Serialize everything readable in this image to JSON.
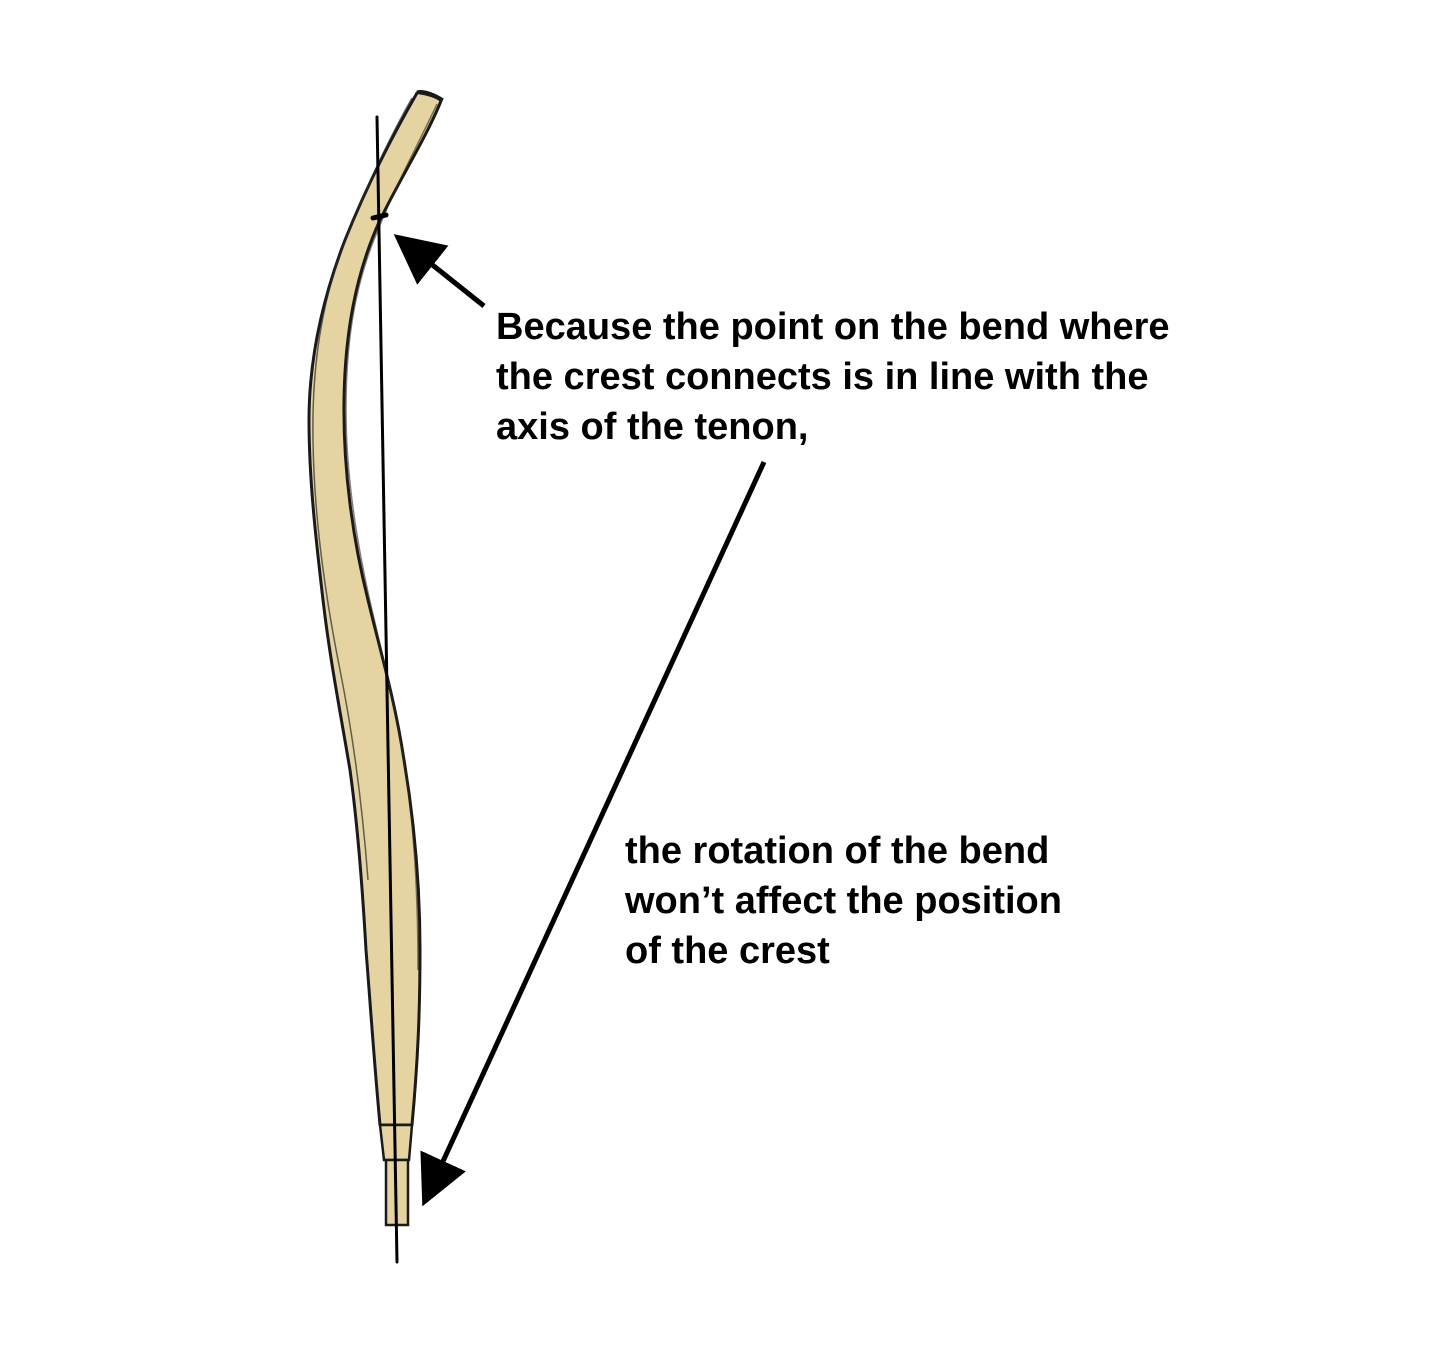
{
  "colors": {
    "wood": "#E5D4A1",
    "outline": "#1a1a1a",
    "axis": "#000000",
    "text": "#000000"
  },
  "annotations": {
    "first": {
      "lines": [
        "Because the point on the bend where",
        "the crest connects is in line with the",
        "axis of the tenon,"
      ]
    },
    "second": {
      "lines": [
        "the rotation of the bend",
        "won’t affect the position",
        "of the crest"
      ]
    }
  }
}
